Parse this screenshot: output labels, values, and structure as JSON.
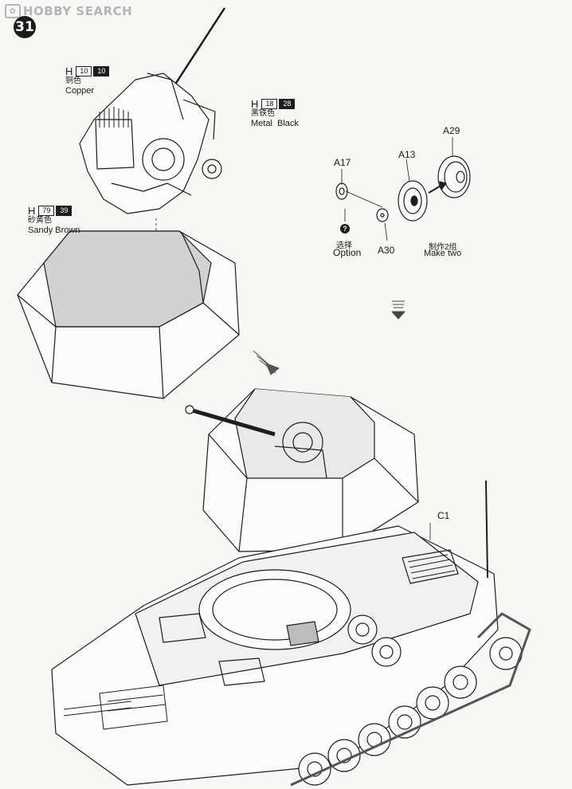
{
  "watermark": "HOBBY SEARCH",
  "step_number": "31",
  "callouts": [
    {
      "prefix": "H",
      "code1": "10",
      "code2": "10",
      "cn": "铜色",
      "en": "Copper"
    },
    {
      "prefix": "H",
      "code1": "18",
      "code2": "28",
      "cn": "黑铁色",
      "en": "Metal  Black"
    },
    {
      "prefix": "H",
      "code1": "79",
      "code2": "39",
      "cn": "砂黄色",
      "en": "Sandy Brown"
    }
  ],
  "parts": {
    "a17": "A17",
    "a13": "A13",
    "a29": "A29",
    "a30": "A30",
    "c1": "C1"
  },
  "notes": {
    "option_cn": "选择",
    "option_en": "Option",
    "option_symbol": "?",
    "make_two_cn": "制作2组",
    "make_two_en": "Make two"
  },
  "icons": [
    "logo-icon",
    "step-badge",
    "assembly-arrow-icon",
    "down-arrow-icon",
    "question-icon"
  ]
}
